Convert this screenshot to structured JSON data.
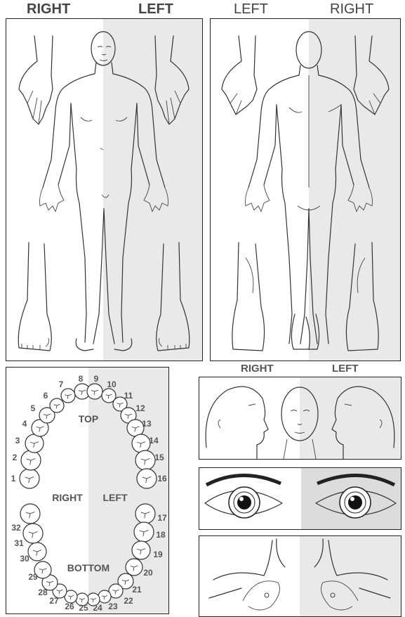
{
  "body_front": {
    "left_header": "RIGHT",
    "right_header": "LEFT"
  },
  "body_back": {
    "left_header": "LEFT",
    "right_header": "RIGHT"
  },
  "head_panel": {
    "left_header": "RIGHT",
    "right_header": "LEFT"
  },
  "teeth": {
    "top_label": "TOP",
    "bottom_label": "BOTTOM",
    "right_label": "RIGHT",
    "left_label": "LEFT",
    "numbers": [
      "1",
      "2",
      "3",
      "4",
      "5",
      "6",
      "7",
      "8",
      "9",
      "10",
      "11",
      "12",
      "13",
      "14",
      "15",
      "16",
      "17",
      "18",
      "19",
      "20",
      "21",
      "22",
      "23",
      "24",
      "25",
      "26",
      "27",
      "28",
      "29",
      "30",
      "31",
      "32"
    ]
  },
  "colors": {
    "shade": "#e9e9e9",
    "border": "#222222",
    "label": "#555555"
  }
}
